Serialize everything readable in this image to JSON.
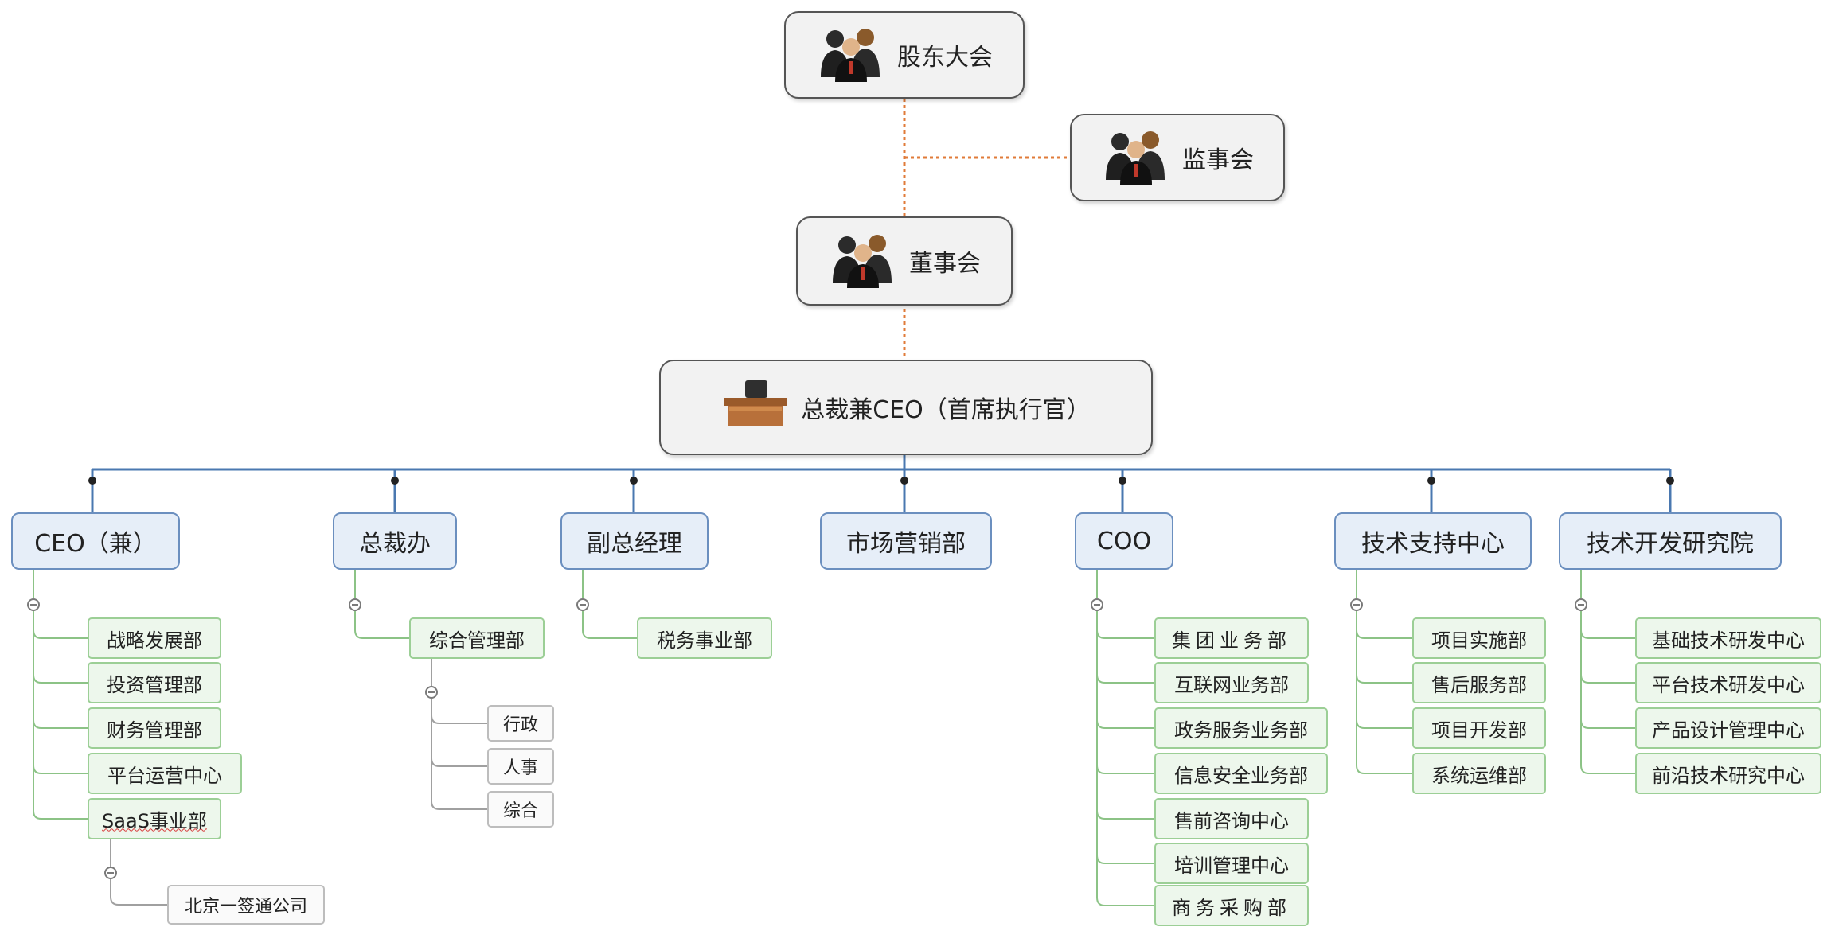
{
  "governance": {
    "shareholders": "股东大会",
    "supervisors": "监事会",
    "board": "董事会",
    "ceo": "总裁兼CEO（首席执行官）"
  },
  "departments": [
    {
      "label": "CEO（兼）",
      "children": [
        {
          "label": "战略发展部"
        },
        {
          "label": "投资管理部"
        },
        {
          "label": "财务管理部"
        },
        {
          "label": "平台运营中心"
        },
        {
          "label": "SaaS事业部",
          "children": [
            {
              "label": "北京一签通公司"
            }
          ]
        }
      ]
    },
    {
      "label": "总裁办",
      "children": [
        {
          "label": "综合管理部",
          "children": [
            {
              "label": "行政"
            },
            {
              "label": "人事"
            },
            {
              "label": "综合"
            }
          ]
        }
      ]
    },
    {
      "label": "副总经理",
      "children": [
        {
          "label": "税务事业部"
        }
      ]
    },
    {
      "label": "市场营销部",
      "children": []
    },
    {
      "label": "COO",
      "children": [
        {
          "label": "集团业务部"
        },
        {
          "label": "互联网业务部"
        },
        {
          "label": "政务服务业务部"
        },
        {
          "label": "信息安全业务部"
        },
        {
          "label": "售前咨询中心"
        },
        {
          "label": "培训管理中心"
        },
        {
          "label": "商务采购部"
        }
      ]
    },
    {
      "label": "技术支持中心",
      "children": [
        {
          "label": "项目实施部"
        },
        {
          "label": "售后服务部"
        },
        {
          "label": "项目开发部"
        },
        {
          "label": "系统运维部"
        }
      ]
    },
    {
      "label": "技术开发研究院",
      "children": [
        {
          "label": "基础技术研发中心"
        },
        {
          "label": "平台技术研发中心"
        },
        {
          "label": "产品设计管理中心"
        },
        {
          "label": "前沿技术研究中心"
        }
      ]
    }
  ],
  "colors": {
    "governance_link": "#e07b39",
    "dept_link": "#4a78b0",
    "sub_link": "#8cc386",
    "leaf_link": "#a0a0a0"
  },
  "icons": {
    "group": "people-group-icon",
    "desk": "executive-desk-icon"
  }
}
